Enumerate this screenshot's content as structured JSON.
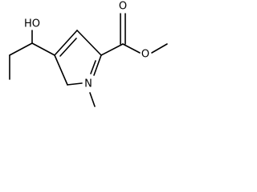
{
  "molecule": {
    "atoms": {
      "hydroxyl": "HO",
      "carbonyl_oxygen": "O",
      "ester_oxygen": "O",
      "ring_nitrogen": "N"
    }
  }
}
